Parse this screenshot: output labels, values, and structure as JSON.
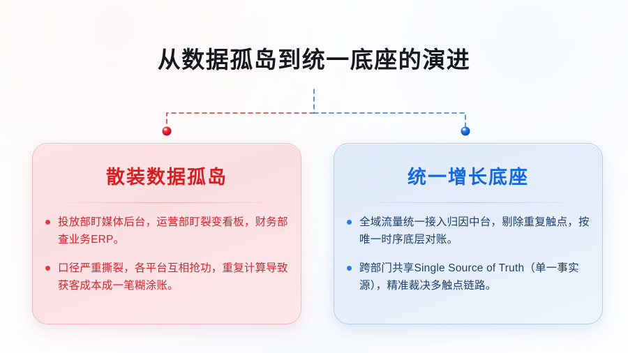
{
  "slide": {
    "title": "从数据孤岛到统一底座的演进",
    "background_color": "#ffffff"
  },
  "connector": {
    "left_branch_color": "#e0353c",
    "right_branch_color": "#2f7ae0",
    "stem_color": "#2f7ae0",
    "left_node_label": "red-node",
    "right_node_label": "blue-node"
  },
  "cards": {
    "left": {
      "title": "散装数据孤岛",
      "accent_color": "#d71f21",
      "fill_color": "#fbdee2",
      "border_color": "#f3b9c2",
      "bullets": [
        "投放部盯媒体后台，运营部盯裂变看板，财务部查业务ERP。",
        "口径严重撕裂，各平台互相抢功，重复计算导致获客成本成一笔糊涂账。"
      ]
    },
    "right": {
      "title": "统一增长底座",
      "accent_color": "#1468e0",
      "fill_color": "#e3edfa",
      "border_color": "#b6cdea",
      "bullets": [
        "全域流量统一接入归因中台，剔除重复触点，按唯一时序底层对账。",
        "跨部门共享Single Source of Truth（单一事实源），精准裁决多触点链路。"
      ]
    }
  }
}
